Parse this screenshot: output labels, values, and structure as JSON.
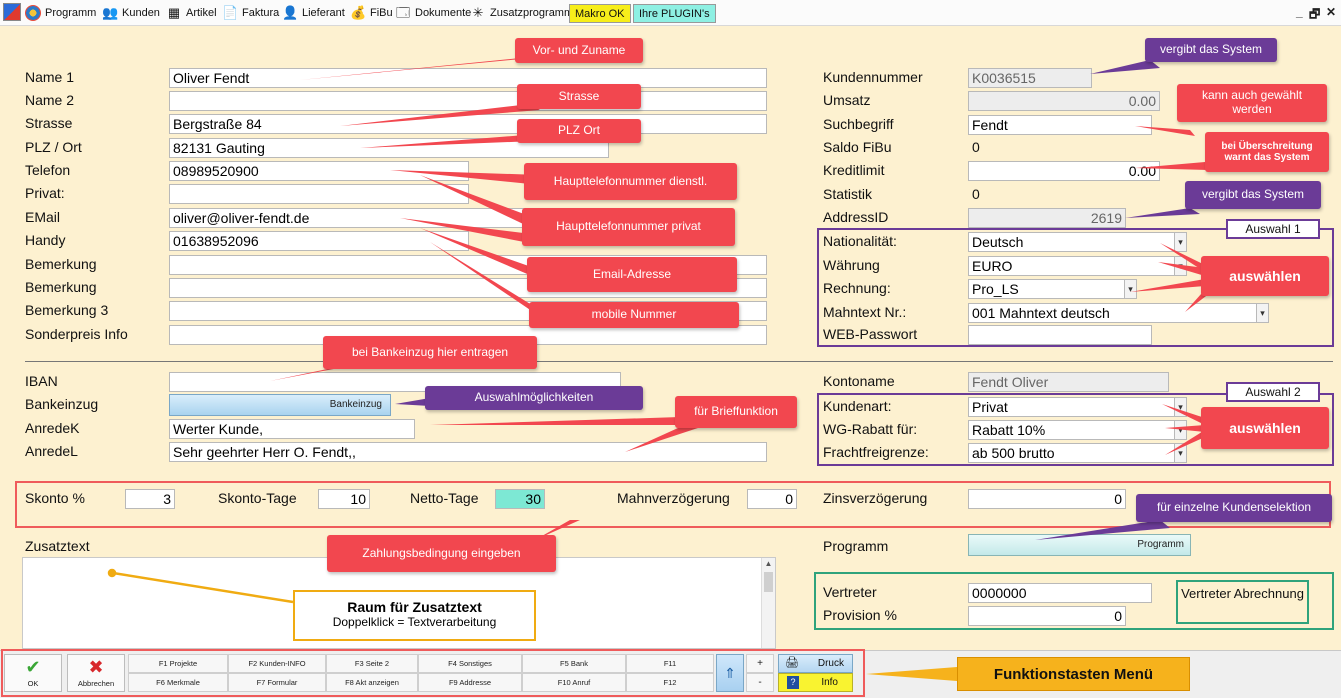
{
  "menubar": {
    "items": [
      "Programm",
      "Kunden",
      "Artikel",
      "Faktura",
      "Lieferant",
      "FiBu",
      "Dokumente",
      "Zusatzprogramme"
    ],
    "makro": "Makro OK",
    "plugins": "Ihre PLUGIN's",
    "win_min": "_",
    "win_max": "🗗",
    "win_close": "✕"
  },
  "left": {
    "labels": [
      "Name 1",
      "Name 2",
      "Strasse",
      "PLZ / Ort",
      "Telefon",
      "Privat:",
      "EMail",
      "Handy",
      "Bemerkung",
      "Bemerkung",
      "Bemerkung 3",
      "Sonderpreis Info"
    ],
    "values": [
      "Oliver Fendt",
      "",
      "Bergstraße 84",
      "82131 Gauting",
      "08989520900",
      "",
      "oliver@oliver-fendt.de",
      "01638952096",
      "",
      "",
      "",
      ""
    ]
  },
  "bank": {
    "iban_label": "IBAN",
    "iban_value": "",
    "bankeinzug_label": "Bankeinzug",
    "bankeinzug_button": "Bankeinzug",
    "anredek_label": "AnredeK",
    "anredek_value": "Werter Kunde,",
    "anredel_label": "AnredeL",
    "anredel_value": "Sehr geehrter Herr O. Fendt,,"
  },
  "right": {
    "kundennummer_label": "Kundennummer",
    "kundennummer": "K0036515",
    "umsatz_label": "Umsatz",
    "umsatz": "0.00",
    "suchbegriff_label": "Suchbegriff",
    "suchbegriff": "Fendt",
    "saldo_label": "Saldo FiBu",
    "saldo": "0",
    "kreditlimit_label": "Kreditlimit",
    "kreditlimit": "0.00",
    "statistik_label": "Statistik",
    "statistik": "0",
    "addressid_label": "AddressID",
    "addressid": "2619",
    "nationalitaet_label": "Nationalität:",
    "nationalitaet": "Deutsch",
    "waehrung_label": "Währung",
    "waehrung": "EURO",
    "rechnung_label": "Rechnung:",
    "rechnung": "Pro_LS",
    "mahntext_label": "Mahntext Nr.:",
    "mahntext": "001 Mahntext deutsch",
    "webpw_label": "WEB-Passwort",
    "webpw": "",
    "kontoname_label": "Kontoname",
    "kontoname": "Fendt Oliver",
    "kundenart_label": "Kundenart:",
    "kundenart": "Privat",
    "wgrabatt_label": "WG-Rabatt für:",
    "wgrabatt": "Rabatt 10%",
    "fracht_label": "Frachtfreigrenze:",
    "fracht": "ab 500 brutto"
  },
  "terms": {
    "skonto_label": "Skonto %",
    "skonto": "3",
    "skontotage_label": "Skonto-Tage",
    "skontotage": "10",
    "nettotage_label": "Netto-Tage",
    "nettotage": "30",
    "mahnverz_label": "Mahnverzögerung",
    "mahnverz": "0",
    "zinsverz_label": "Zinsverzögerung",
    "zinsverz": "0"
  },
  "lower": {
    "zusatztext_label": "Zusatztext",
    "programm_label": "Programm",
    "programm_button": "Programm",
    "vertreter_label": "Vertreter",
    "vertreter": "0000000",
    "provision_label": "Provision %",
    "provision": "0"
  },
  "callouts": {
    "vorzuname": "Vor- und Zuname",
    "strasse": "Strasse",
    "plzort": "PLZ Ort",
    "haupttel_dienstl": "Haupttelefonnummer dienstl.",
    "haupttel_privat": "Haupttelefonnummer privat",
    "email": "Email-Adresse",
    "mobile": "mobile Nummer",
    "bankeinzug_hint": "bei Bankeinzug hier entragen",
    "auswahlmoeglichkeiten": "Auswahlmöglichkeiten",
    "brieffunktion": "für Brieffunktion",
    "zahlungsbedingung": "Zahlungsbedingung eingeben",
    "vergibt1": "vergibt das System",
    "gewaehlt": "kann auch gewählt werden",
    "ueberschreitung": "bei Überschreitung warnt das System",
    "vergibt2": "vergibt das System",
    "auswahl1": "Auswahl 1",
    "auswaehlen1": "auswählen",
    "auswahl2": "Auswahl 2",
    "auswaehlen2": "auswählen",
    "kundenselektion": "für einzelne Kundenselektion",
    "raum_title": "Raum für Zusatztext",
    "raum_sub": "Doppelklick = Textverarbeitung",
    "vertreter_abrechnung": "Vertreter Abrechnung",
    "funktionstasten": "Funktionstasten Menü"
  },
  "fbar": {
    "ok": "OK",
    "abbrechen": "Abbrechen",
    "top": [
      "F1 Projekte",
      "F2 Kunden-INFO",
      "F3 Seite 2",
      "F4 Sonstiges",
      "F5 Bank",
      "F11"
    ],
    "bottom": [
      "F6 Merkmale",
      "F7 Formular",
      "F8 Akt anzeigen",
      "F9 Addresse",
      "F10 Anruf",
      "F12"
    ],
    "plus": "+",
    "minus": "-",
    "druck": "Druck",
    "info": "Info"
  },
  "colors": {
    "background": "#fdf1d0",
    "callout_red": "#f2474f",
    "callout_purple": "#6b3b97",
    "callout_orange": "#f6b21c",
    "green_frame": "#2fa37c"
  }
}
